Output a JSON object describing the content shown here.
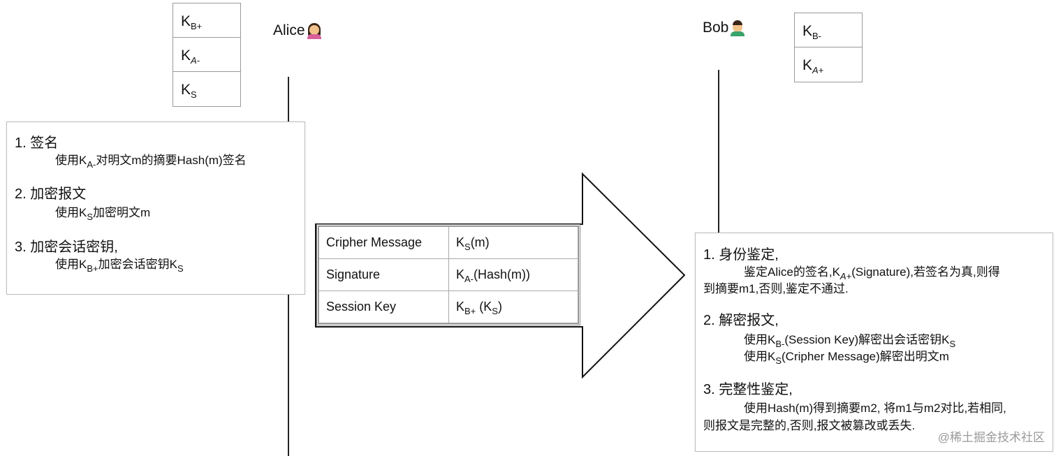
{
  "alice_keys": [
    {
      "k": "K",
      "sub": "B+",
      "italic": false
    },
    {
      "k": "K",
      "sub": "A-",
      "italic": true
    },
    {
      "k": "K",
      "sub": "S",
      "italic": false
    }
  ],
  "bob_keys": [
    {
      "k": "K",
      "sub": "B-",
      "italic": false
    },
    {
      "k": "K",
      "sub": "A+",
      "italic": true
    }
  ],
  "actors": {
    "alice": {
      "name": "Alice",
      "icon": "woman-tipping-hand-icon"
    },
    "bob": {
      "name": "Bob",
      "icon": "man-icon"
    }
  },
  "alice_note": {
    "s1_title": "1. 签名",
    "s1_a": "使用K",
    "s1_sub": "A-",
    "s1_b": "对明文m的摘要Hash(m)签名",
    "s2_title": "2.  加密报文",
    "s2_a": "使用K",
    "s2_sub": "S",
    "s2_b": "加密明文m",
    "s3_title": "3. 加密会话密钥,",
    "s3_a": "使用K",
    "s3_sub1": "B+",
    "s3_b": "加密会话密钥K",
    "s3_sub2": "S"
  },
  "message": {
    "rows": [
      {
        "label": "Cripher Message",
        "k": "K",
        "sub": "S",
        "rest": "(m)",
        "extra": "",
        "sub2": "",
        "tail": ""
      },
      {
        "label": "Signature",
        "k": "K",
        "sub": "A-",
        "rest": "(Hash(m))",
        "extra": "",
        "sub2": "",
        "tail": ""
      },
      {
        "label": "Session Key",
        "k": "K",
        "sub": "B+",
        "rest": " (K",
        "extra": "",
        "sub2": "S",
        "tail": ")"
      }
    ]
  },
  "bob_note": {
    "s1_title": "1. 身份鉴定,",
    "s1_l1a": "鉴定Alice的签名,K",
    "s1_l1sub": "A+",
    "s1_l1b": "(Signature),若签名为真,则得",
    "s1_l2": "到摘要m1,否则,鉴定不通过.",
    "s2_title": "2. 解密报文,",
    "s2_l1a": "使用K",
    "s2_l1sub": "B-",
    "s2_l1b": "(Session Key)解密出会话密钥K",
    "s2_l1sub2": "S",
    "s2_l2a": "使用K",
    "s2_l2sub": "S",
    "s2_l2b": "(Cripher Message)解密出明文m",
    "s3_title": "3.  完整性鉴定,",
    "s3_l1": "使用Hash(m)得到摘要m2, 将m1与m2对比,若相同,",
    "s3_l2": "则报文是完整的,否则,报文被篡改或丢失."
  },
  "watermark": "@稀土掘金技术社区"
}
